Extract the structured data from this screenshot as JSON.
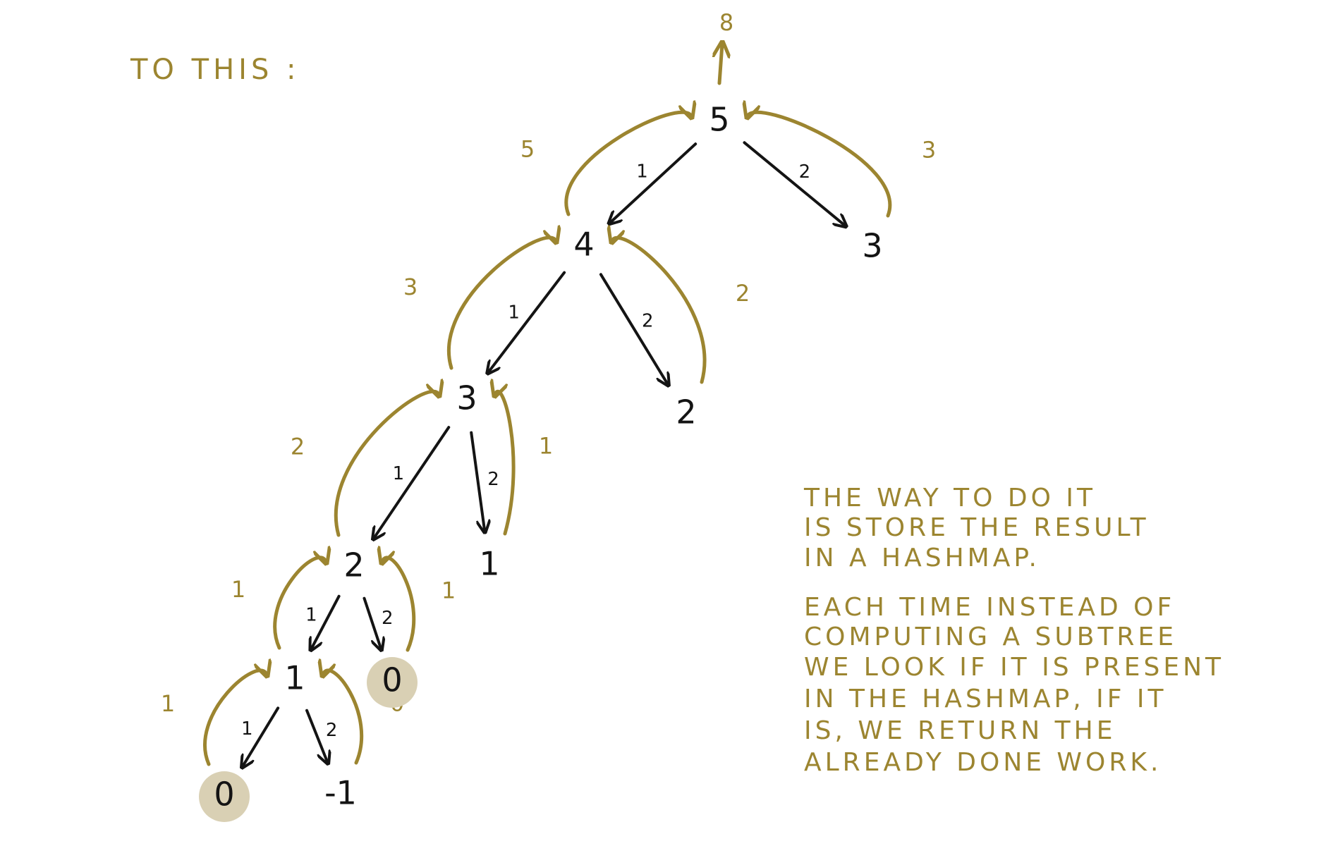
{
  "colors": {
    "ink": "#141414",
    "accent": "#9c8530",
    "highlight": "#d9d0b4",
    "background": "#ffffff"
  },
  "title": "TO THIS :",
  "root_result": "8",
  "nodes": [
    {
      "id": "n5",
      "label": "5"
    },
    {
      "id": "n4",
      "label": "4"
    },
    {
      "id": "n3r",
      "label": "3"
    },
    {
      "id": "n3",
      "label": "3"
    },
    {
      "id": "n2r",
      "label": "2"
    },
    {
      "id": "n2",
      "label": "2"
    },
    {
      "id": "n1r",
      "label": "1"
    },
    {
      "id": "n1",
      "label": "1"
    },
    {
      "id": "n0r",
      "label": "0",
      "memoized": true
    },
    {
      "id": "n0",
      "label": "0",
      "memoized": true
    },
    {
      "id": "nm1",
      "label": "-1"
    }
  ],
  "edges": [
    {
      "from": "n5",
      "to": "n4",
      "label": "1"
    },
    {
      "from": "n5",
      "to": "n3r",
      "label": "2"
    },
    {
      "from": "n4",
      "to": "n3",
      "label": "1"
    },
    {
      "from": "n4",
      "to": "n2r",
      "label": "2"
    },
    {
      "from": "n3",
      "to": "n2",
      "label": "1"
    },
    {
      "from": "n3",
      "to": "n1r",
      "label": "2"
    },
    {
      "from": "n2",
      "to": "n1",
      "label": "1"
    },
    {
      "from": "n2",
      "to": "n0r",
      "label": "2"
    },
    {
      "from": "n1",
      "to": "n0",
      "label": "1"
    },
    {
      "from": "n1",
      "to": "nm1",
      "label": "2"
    }
  ],
  "returns": [
    {
      "from": "n4",
      "to": "n5",
      "value": "5"
    },
    {
      "from": "n3r",
      "to": "n5",
      "value": "3"
    },
    {
      "from": "n3",
      "to": "n4",
      "value": "3"
    },
    {
      "from": "n2r",
      "to": "n4",
      "value": "2"
    },
    {
      "from": "n2",
      "to": "n3",
      "value": "2"
    },
    {
      "from": "n1r",
      "to": "n3",
      "value": "1"
    },
    {
      "from": "n1",
      "to": "n2",
      "value": "1"
    },
    {
      "from": "n0r",
      "to": "n2",
      "value": "1"
    },
    {
      "from": "n0",
      "to": "n1",
      "value": "1"
    },
    {
      "from": "nm1",
      "to": "n1",
      "value": "0"
    }
  ],
  "note": {
    "lines": [
      "THE WAY TO DO IT",
      "IS STORE THE RESULT",
      "IN A HASHMAP.",
      "EACH TIME INSTEAD OF",
      "COMPUTING A SUBTREE",
      "WE LOOK IF IT IS PRESENT",
      "IN THE HASHMAP, IF IT",
      "IS, WE RETURN THE",
      "ALREADY DONE WORK."
    ]
  }
}
